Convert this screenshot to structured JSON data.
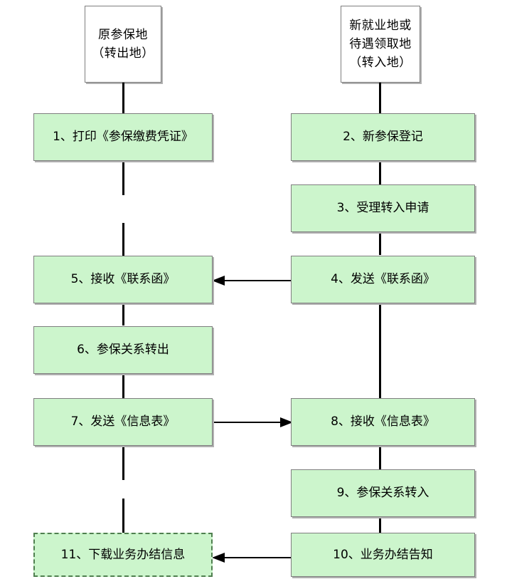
{
  "diagram": {
    "title_text_present": false,
    "colors": {
      "node_fill": "#CCF5CC",
      "node_border": "#7F7F7F",
      "dashed_border": "#4F7F4F",
      "connector": "#000000",
      "header_fill": "#FFFFFF"
    }
  },
  "lanes": [
    {
      "id": "lane-origin",
      "name": "origin-insured-place",
      "lines": [
        "原参保地",
        "（转出地）"
      ]
    },
    {
      "id": "lane-destination",
      "name": "new-employment-or-benefit-place",
      "lines": [
        "新就业地或",
        "待遇领取地",
        "（转入地）"
      ]
    }
  ],
  "nodes": [
    {
      "id": "step-1",
      "lane": "left",
      "number": "1、",
      "label": "打印《参保缴费凭证》",
      "full": "1、打印《参保缴费凭证》",
      "style": "solid"
    },
    {
      "id": "step-2",
      "lane": "right",
      "number": "2、",
      "label": "新参保登记",
      "full": "2、新参保登记",
      "style": "solid"
    },
    {
      "id": "step-3",
      "lane": "right",
      "number": "3、",
      "label": "受理转入申请",
      "full": "3、受理转入申请",
      "style": "solid"
    },
    {
      "id": "step-4",
      "lane": "right",
      "number": "4、",
      "label": "发送《联系函》",
      "full": "4、发送《联系函》",
      "style": "solid"
    },
    {
      "id": "step-5",
      "lane": "left",
      "number": "5、",
      "label": "接收《联系函》",
      "full": "5、接收《联系函》",
      "style": "solid"
    },
    {
      "id": "step-6",
      "lane": "left",
      "number": "6、",
      "label": "参保关系转出",
      "full": "6、参保关系转出",
      "style": "solid"
    },
    {
      "id": "step-7",
      "lane": "left",
      "number": "7、",
      "label": "发送《信息表》",
      "full": "7、发送《信息表》",
      "style": "solid"
    },
    {
      "id": "step-8",
      "lane": "right",
      "number": "8、",
      "label": "接收《信息表》",
      "full": "8、接收《信息表》",
      "style": "solid"
    },
    {
      "id": "step-9",
      "lane": "right",
      "number": "9、",
      "label": "参保关系转入",
      "full": "9、参保关系转入",
      "style": "solid"
    },
    {
      "id": "step-10",
      "lane": "right",
      "number": "10、",
      "label": "业务办结告知",
      "full": "10、业务办结告知",
      "style": "solid"
    },
    {
      "id": "step-11",
      "lane": "left",
      "number": "11、",
      "label": "下载业务办结信息",
      "full": "11、下载业务办结信息",
      "style": "dashed"
    }
  ],
  "connectors": [
    {
      "id": "conn-4-to-5",
      "from": "step-4",
      "to": "step-5",
      "direction": "left"
    },
    {
      "id": "conn-7-to-8",
      "from": "step-7",
      "to": "step-8",
      "direction": "right"
    },
    {
      "id": "conn-10-to-11",
      "from": "step-10",
      "to": "step-11",
      "direction": "left"
    }
  ]
}
